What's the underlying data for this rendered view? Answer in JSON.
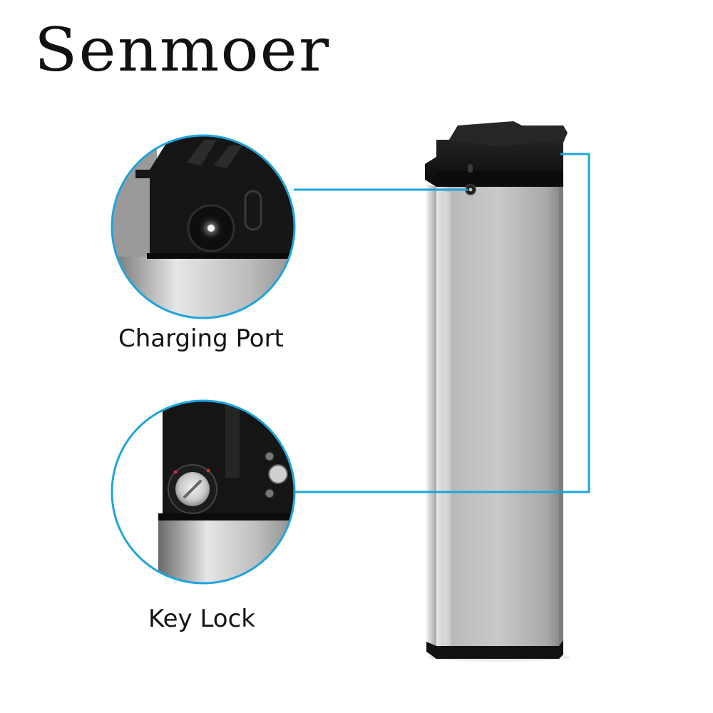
{
  "brand": {
    "name": "Senmoer"
  },
  "captions": {
    "charging_port": "Charging Port",
    "key_lock": "Key Lock"
  },
  "colors": {
    "accent_line": "#1ea4dc",
    "battery_body": "#c8c8c8",
    "battery_cap": "#141414",
    "background": "#ffffff"
  }
}
